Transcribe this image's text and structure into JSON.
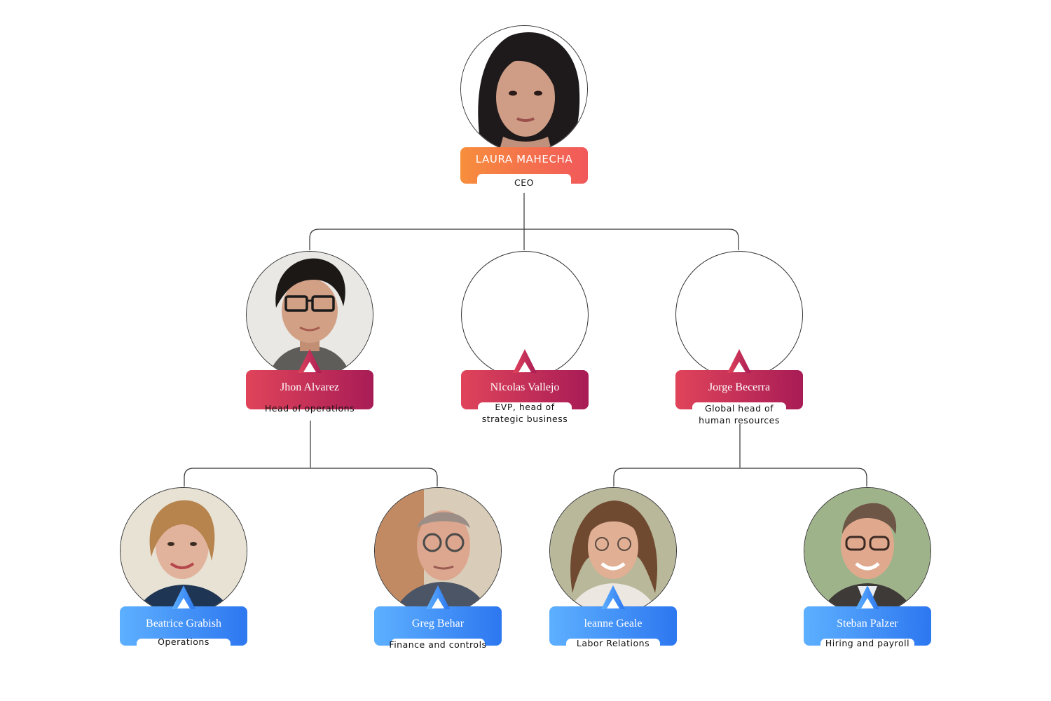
{
  "ceo": {
    "name": "LAURA MAHECHA",
    "title": "CEO",
    "avatar": "woman-dark-hair-photo"
  },
  "executives": [
    {
      "name": "Jhon Alvarez",
      "title_lines": [
        "Head of operations"
      ],
      "avatar": "young-man-glasses-photo"
    },
    {
      "name": "NIcolas Vallejo",
      "title_lines": [
        "EVP, head of",
        "strategic business"
      ],
      "avatar": ""
    },
    {
      "name": "Jorge Becerra",
      "title_lines": [
        "Global head of",
        "human resources"
      ],
      "avatar": ""
    }
  ],
  "staff": [
    {
      "name": "Beatrice Grabish",
      "title": "Operations",
      "avatar": "woman-blonde-photo"
    },
    {
      "name": "Greg Behar",
      "title": "Finance and controls",
      "avatar": "older-man-glasses-photo"
    },
    {
      "name": "leanne Geale",
      "title": "Labor Relations",
      "avatar": "woman-curly-hair-photo"
    },
    {
      "name": "Steban Palzer",
      "title": "Hiring and payroll",
      "avatar": "man-glasses-suit-photo"
    }
  ],
  "colors": {
    "ceo_banner": [
      "#f78e3c",
      "#f2585b"
    ],
    "executive_banner": [
      "#e0445a",
      "#a81c56"
    ],
    "staff_banner": [
      "#5db0ff",
      "#2d77f0"
    ],
    "connector": "#333333"
  }
}
